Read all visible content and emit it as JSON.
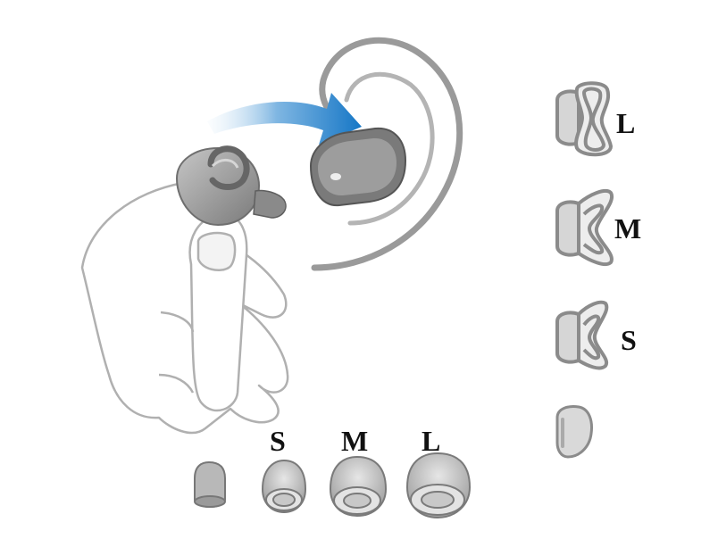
{
  "colors": {
    "outline": "#8e8e8e",
    "fill_light": "#d2d2d2",
    "fill_mid": "#a8a8a8",
    "fill_dark": "#6e6e6e",
    "arrow_start": "#eaf4fb",
    "arrow_end": "#1677c6",
    "label_text": "#111111"
  },
  "ear_tip_labels": {
    "small": "S",
    "medium": "M",
    "large": "L"
  },
  "wing_labels": {
    "large": "L",
    "medium": "M",
    "small": "S"
  },
  "icons": {
    "arrow": "curved-arrow-icon",
    "ear": "ear-icon",
    "earbud": "earbud-icon",
    "hand": "hand-icon"
  }
}
